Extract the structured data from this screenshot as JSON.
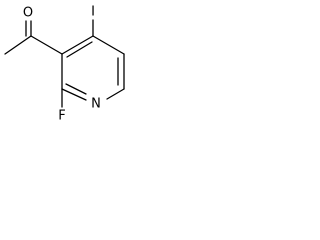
{
  "molecule": {
    "atoms": {
      "iodine": "I",
      "oxygen": "O",
      "nitrogen": "N",
      "fluorine": "F"
    }
  }
}
